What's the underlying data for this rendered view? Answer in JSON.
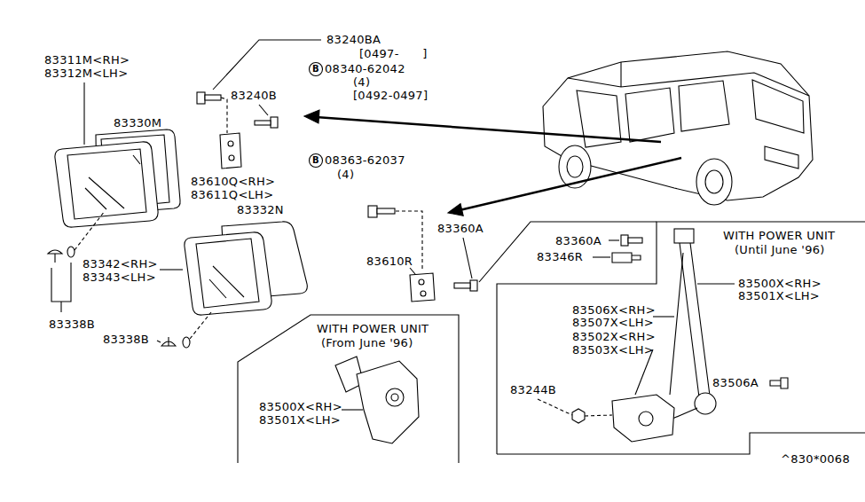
{
  "diagram": {
    "nodes": [
      {
        "text": [
          "WITH POWER UNIT",
          "(Until June '96)"
        ]
      },
      {
        "text": [
          "WITH POWER UNIT",
          "(From June '96)"
        ]
      }
    ],
    "labels": [
      "83240BA",
      "[0497-      ]",
      "B",
      "08340-62042",
      "(4)",
      "[0492-0497]",
      "83311M<RH>",
      "83312M<LH>",
      "83240B",
      "83330M",
      "83610Q<RH>",
      "83611Q<LH>",
      "B",
      "08363-62037",
      "(4)",
      "83332N",
      "83360A",
      "83342<RH>",
      "83343<LH>",
      "83610R",
      "83338B",
      "83338B",
      "83360A",
      "83346R",
      "83500X<RH>",
      "83501X<LH>",
      "83506X<RH>",
      "83507X<LH>",
      "83502X<RH>",
      "83503X<LH>",
      "83506A",
      "83244B",
      "83500X<RH>",
      "83501X<LH>",
      "^830*0068"
    ]
  }
}
